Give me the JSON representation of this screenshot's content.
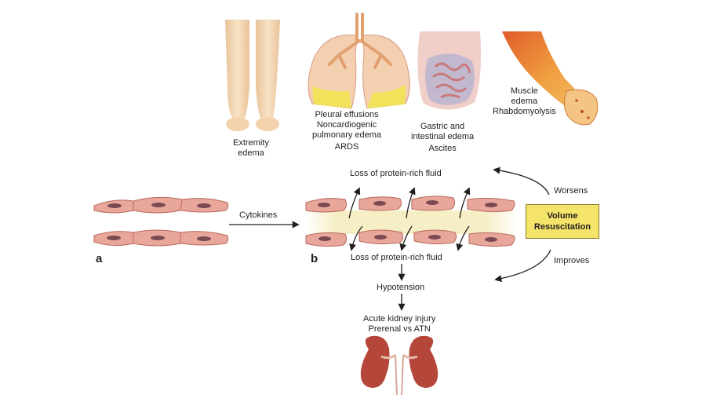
{
  "labels": {
    "extremity": [
      "Extremity",
      "edema"
    ],
    "lungs": [
      "Pleural effusions",
      "Noncardiogenic",
      "pulmonary edema",
      "ARDS"
    ],
    "gut": [
      "Gastric and",
      "intestinal edema",
      "Ascites"
    ],
    "muscle": [
      "Muscle",
      "edema",
      "Rhabdomyolysis"
    ],
    "loss_top": "Loss of protein-rich fluid",
    "loss_bottom": "Loss of protein-rich fluid",
    "cytokines": "Cytokines",
    "worsens": "Worsens",
    "improves": "Improves",
    "volume_resuscitation": [
      "Volume",
      "Resuscitation"
    ],
    "hypotension": "Hypotension",
    "aki": [
      "Acute kidney injury",
      "Prerenal vs ATN"
    ],
    "panel_a": "a",
    "panel_b": "b"
  },
  "colors": {
    "skin": "#f7d9b5",
    "lung": "#f4cfb0",
    "effusion": "#f2e15a",
    "cell": "#e8a79a",
    "nucleus": "#7a4a53",
    "plasma": "#f6efc6",
    "box": "#f5e46a",
    "kidney": "#b5473a",
    "muscle": "#e07a2a"
  },
  "icons": [
    "legs-illustration",
    "lungs-illustration",
    "abdomen-illustration",
    "arm-illustration",
    "kidneys-illustration"
  ]
}
